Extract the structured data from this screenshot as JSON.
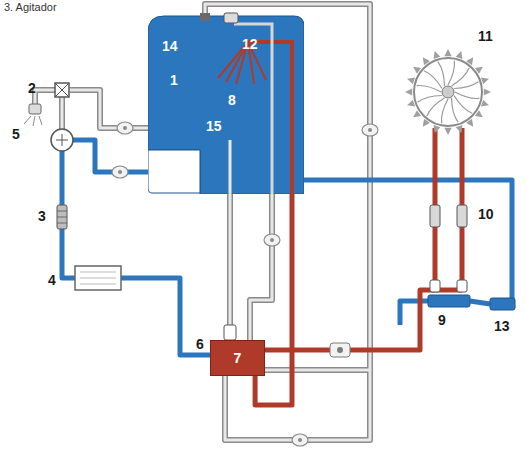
{
  "diagram": {
    "nodes": [
      {
        "text": [
          "14",
          "12",
          "1",
          "8",
          "15"
        ]
      },
      {
        "text": [
          "7"
        ]
      }
    ],
    "edges": [
      {
        "from": 1,
        "to": 0,
        "arrow": "none"
      }
    ],
    "labels": [
      "3. Agitador",
      "2",
      "5",
      "3",
      "4",
      "6",
      "11",
      "10",
      "9",
      "13"
    ]
  }
}
